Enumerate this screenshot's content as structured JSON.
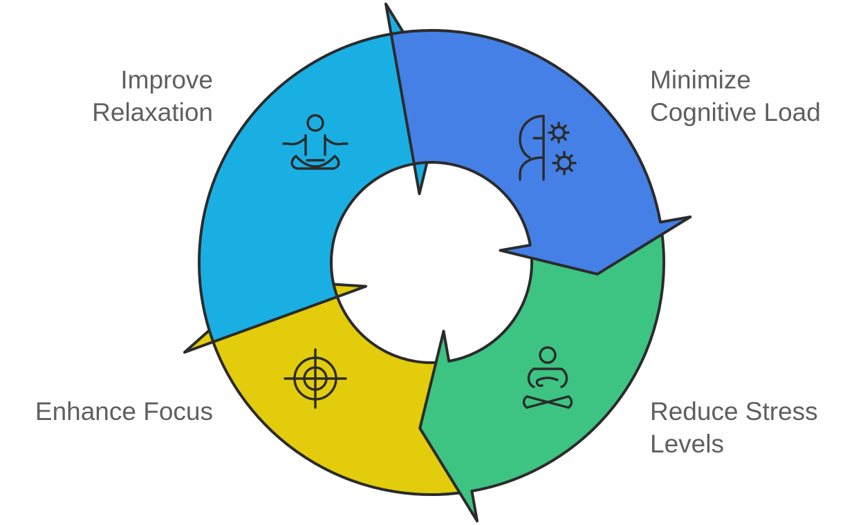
{
  "cycle": {
    "steps": [
      {
        "lines": [
          "Improve",
          "Relaxation"
        ],
        "icon": "meditation-person-icon",
        "color": "#1aafe3"
      },
      {
        "lines": [
          "Minimize",
          "Cognitive Load"
        ],
        "icon": "brain-gears-head-icon",
        "color": "#4580e6"
      },
      {
        "lines": [
          "Reduce Stress",
          "Levels"
        ],
        "icon": "calm-person-icon",
        "color": "#3dc482"
      },
      {
        "lines": [
          "Enhance Focus"
        ],
        "icon": "target-crosshair-icon",
        "color": "#e2cc0c"
      }
    ]
  }
}
